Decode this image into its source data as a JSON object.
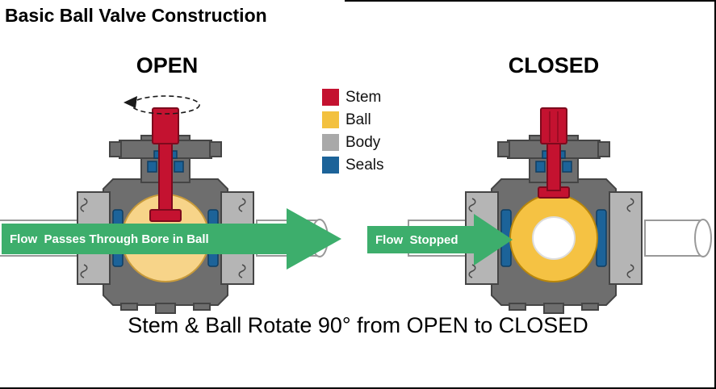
{
  "page": {
    "title": "Basic Ball Valve Construction",
    "caption": "Stem & Ball Rotate 90° from OPEN to CLOSED"
  },
  "diagram": {
    "open_label": "OPEN",
    "closed_label": "CLOSED",
    "open_flow_label": "Flow  Passes Through Bore in Ball",
    "closed_flow_label": "Flow  Stopped"
  },
  "legend": {
    "items": [
      {
        "label": "Stem",
        "color": "#C41230"
      },
      {
        "label": "Ball",
        "color": "#F3C13F"
      },
      {
        "label": "Body",
        "color": "#A9A9A9"
      },
      {
        "label": "Seals",
        "color": "#1C6399"
      }
    ]
  },
  "colors": {
    "arrow_green": "#3DAE6C",
    "body_gray": "#6E6E6E",
    "flange_gray": "#B5B5B5",
    "stem_red": "#C41230",
    "ball_gold": "#F5C243",
    "ball_pale": "#F7D489",
    "seal_blue": "#1C6399"
  }
}
